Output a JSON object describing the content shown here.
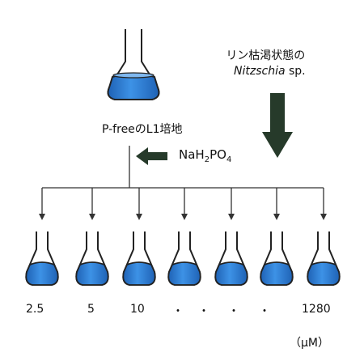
{
  "source": {
    "line1": "リン枯渇状態の",
    "genus": "Nitzschia",
    "species_suffix": " sp."
  },
  "medium_label": "P-freeのL1培地",
  "reagent": {
    "prefix": "NaH",
    "sub1": "2",
    "mid": "PO",
    "sub2": "4"
  },
  "concentrations": [
    "2.5",
    "5",
    "10",
    "・",
    "・",
    "・",
    "・",
    "1280"
  ],
  "unit": "（μM）",
  "colors": {
    "liquid": "#2f7fd6",
    "arrow": "#263a2a",
    "line": "#333333"
  }
}
